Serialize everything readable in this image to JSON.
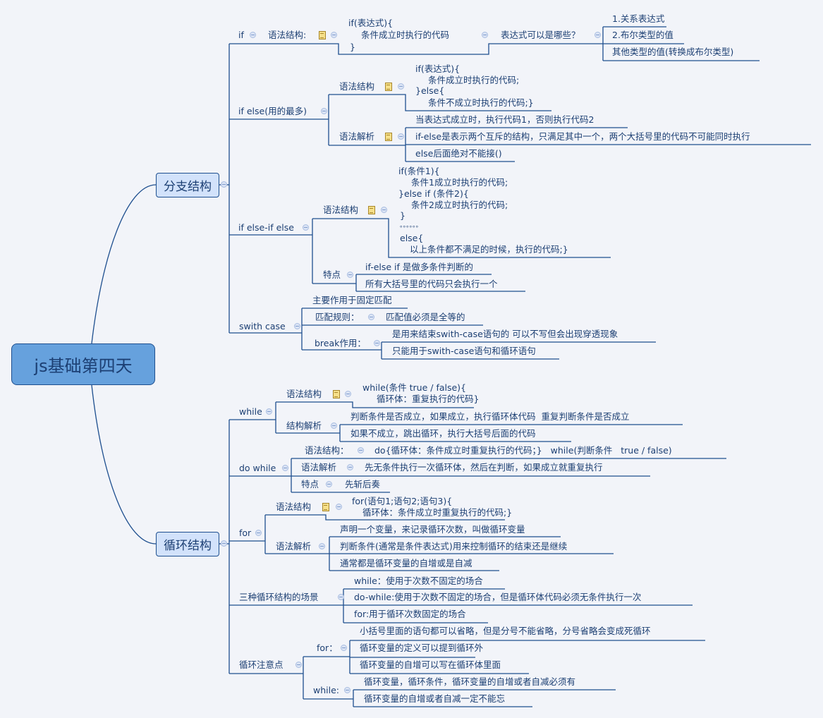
{
  "root": "js基础第四天",
  "branch": {
    "title": "分支结构",
    "if": {
      "label": "if",
      "syntax_label": "语法结构:",
      "code": [
        "if(表达式){",
        "条件成立时执行的代码",
        "}"
      ],
      "question": "表达式可以是哪些？",
      "answers": [
        "1.关系表达式",
        "2.布尔类型的值",
        "其他类型的值(转换成布尔类型)"
      ]
    },
    "if_else": {
      "label": "if else(用的最多)",
      "syntax_label": "语法结构",
      "code": [
        "if(表达式){",
        "条件成立时执行的代码;",
        "}else{",
        "条件不成立时执行的代码;}"
      ],
      "analysis_label": "语法解析",
      "analysis": [
        "当表达式成立时，执行代码1，否则执行代码2",
        "if-else是表示两个互斥的结构，只满足其中一个，两个大括号里的代码不可能同时执行",
        "else后面绝对不能接()"
      ]
    },
    "if_elseif": {
      "label": "if else-if else",
      "syntax_label": "语法结构",
      "code": [
        "if(条件1){",
        "条件1成立时执行的代码;",
        "}else if (条件2){",
        "条件2成立时执行的代码;",
        "}",
        "。。。。。。",
        "else{",
        "以上条件都不满足的时候，执行的代码;}"
      ],
      "feature_label": "特点",
      "features": [
        "if-else if 是做多条件判断的",
        "所有大括号里的代码只会执行一个"
      ]
    },
    "switch": {
      "label": "swith case",
      "purpose": "主要作用于固定匹配",
      "rule_label": "匹配规则：",
      "rule": "匹配值必须是全等的",
      "break_label": "break作用：",
      "break_items": [
        "是用来结束swith-case语句的 可以不写但会出现穿透现象",
        "只能用于swith-case语句和循环语句"
      ]
    }
  },
  "loop": {
    "title": "循环结构",
    "while": {
      "label": "while",
      "syntax_label": "语法结构",
      "code": [
        "while(条件 true / false){",
        "循环体：重复执行的代码}"
      ],
      "analysis_label": "结构解析",
      "analysis": [
        "判断条件是否成立，如果成立，执行循环体代码  重复判断条件是否成立",
        "如果不成立，跳出循环，执行大括号后面的代码"
      ]
    },
    "do_while": {
      "label": "do while",
      "syntax_label": "语法结构：",
      "syntax": "do{循环体：条件成立时重复执行的代码；}   while(判断条件   true / false)",
      "analysis_label": "语法解析",
      "analysis": "先无条件执行一次循环体，然后在判断，如果成立就重复执行",
      "feature_label": "特点",
      "feature": "先斩后奏"
    },
    "for": {
      "label": "for",
      "syntax_label": "语法结构",
      "code": [
        "for(语句1;语句2;语句3){",
        "循环体：条件成立时重复执行的代码;}"
      ],
      "analysis_label": "语法解析",
      "analysis": [
        "声明一个变量，来记录循环次数，叫做循环变量",
        "判断条件(通常是条件表达式)用来控制循环的结束还是继续",
        "通常都是循环变量的自增或是自减"
      ]
    },
    "scenes": {
      "label": "三种循环结构的场景",
      "items": [
        "while：使用于次数不固定的场合",
        "do-while:使用于次数不固定的场合，但是循环体代码必须无条件执行一次",
        "for:用于循环次数固定的场合"
      ]
    },
    "notes": {
      "label": "循环注意点",
      "for_label": "for：",
      "for_items": [
        "小括号里面的语句都可以省略，但是分号不能省略，分号省略会变成死循环",
        "循环变量的定义可以提到循环外",
        "循环变量的自增可以写在循环体里面"
      ],
      "while_label": "while:",
      "while_items": [
        "循环变量，循环条件，循环变量的自增或者自减必须有",
        "循环变量的自增或者自减一定不能忘"
      ]
    }
  }
}
